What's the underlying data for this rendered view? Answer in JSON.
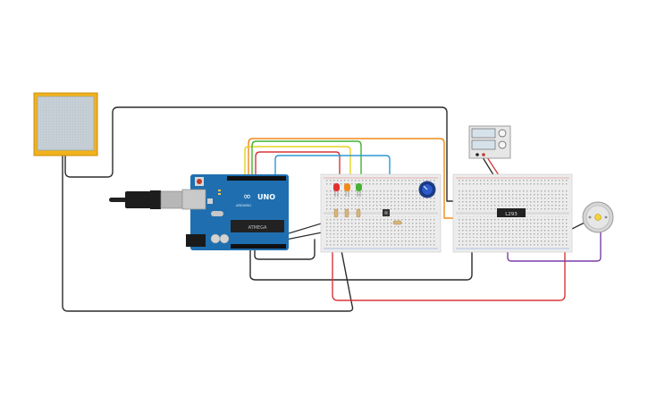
{
  "app": {
    "title": "Circuit canvas"
  },
  "arduino": {
    "brand": "UNO",
    "sub": "ARDUINO",
    "chip": "ATMEGA",
    "logo": "∞"
  },
  "ic": {
    "label": "L293"
  },
  "colors": {
    "wire_black": "#2b2b2b",
    "wire_red": "#d9363a",
    "wire_orange": "#f08a1c",
    "wire_yellow": "#e3d31e",
    "wire_green": "#44b233",
    "wire_blue": "#2b9ad3",
    "wire_purple": "#7a3fa8",
    "arduino_blue": "#1f6fb0",
    "breadboard": "#ececec",
    "sensor_frame": "#f1b21c",
    "sensor_face": "#c6d0d6"
  },
  "leds": [
    "red",
    "orange",
    "green"
  ],
  "icons": [
    "usb-cable-icon",
    "potentiometer-icon",
    "dc-motor-icon",
    "power-supply-icon",
    "force-sensor-icon"
  ]
}
